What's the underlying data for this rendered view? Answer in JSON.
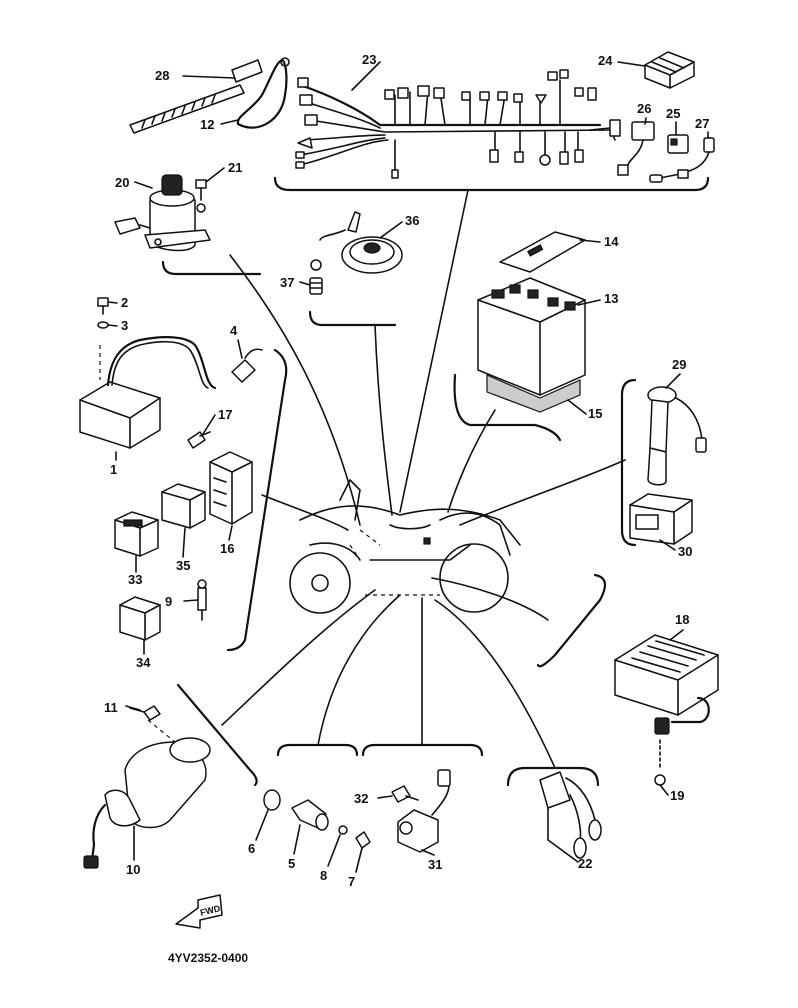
{
  "diagram": {
    "drawing_code": "4YV2352-0400",
    "fwd_label": "FWD",
    "callouts": [
      {
        "id": "c1",
        "text": "1"
      },
      {
        "id": "c2",
        "text": "2"
      },
      {
        "id": "c3",
        "text": "3"
      },
      {
        "id": "c4",
        "text": "4"
      },
      {
        "id": "c5",
        "text": "5"
      },
      {
        "id": "c6",
        "text": "6"
      },
      {
        "id": "c7",
        "text": "7"
      },
      {
        "id": "c8",
        "text": "8"
      },
      {
        "id": "c9",
        "text": "9"
      },
      {
        "id": "c10",
        "text": "10"
      },
      {
        "id": "c11",
        "text": "11"
      },
      {
        "id": "c12",
        "text": "12"
      },
      {
        "id": "c13",
        "text": "13"
      },
      {
        "id": "c14",
        "text": "14"
      },
      {
        "id": "c15",
        "text": "15"
      },
      {
        "id": "c16",
        "text": "16"
      },
      {
        "id": "c17",
        "text": "17"
      },
      {
        "id": "c18",
        "text": "18"
      },
      {
        "id": "c19",
        "text": "19"
      },
      {
        "id": "c20",
        "text": "20"
      },
      {
        "id": "c21",
        "text": "21"
      },
      {
        "id": "c22",
        "text": "22"
      },
      {
        "id": "c23",
        "text": "23"
      },
      {
        "id": "c24",
        "text": "24"
      },
      {
        "id": "c25",
        "text": "25"
      },
      {
        "id": "c26",
        "text": "26"
      },
      {
        "id": "c27",
        "text": "27"
      },
      {
        "id": "c28",
        "text": "28"
      },
      {
        "id": "c29",
        "text": "29"
      },
      {
        "id": "c30",
        "text": "30"
      },
      {
        "id": "c31",
        "text": "31"
      },
      {
        "id": "c32",
        "text": "32"
      },
      {
        "id": "c33",
        "text": "33"
      },
      {
        "id": "c34",
        "text": "34"
      },
      {
        "id": "c35",
        "text": "35"
      },
      {
        "id": "c36",
        "text": "36"
      },
      {
        "id": "c37",
        "text": "37"
      }
    ]
  }
}
